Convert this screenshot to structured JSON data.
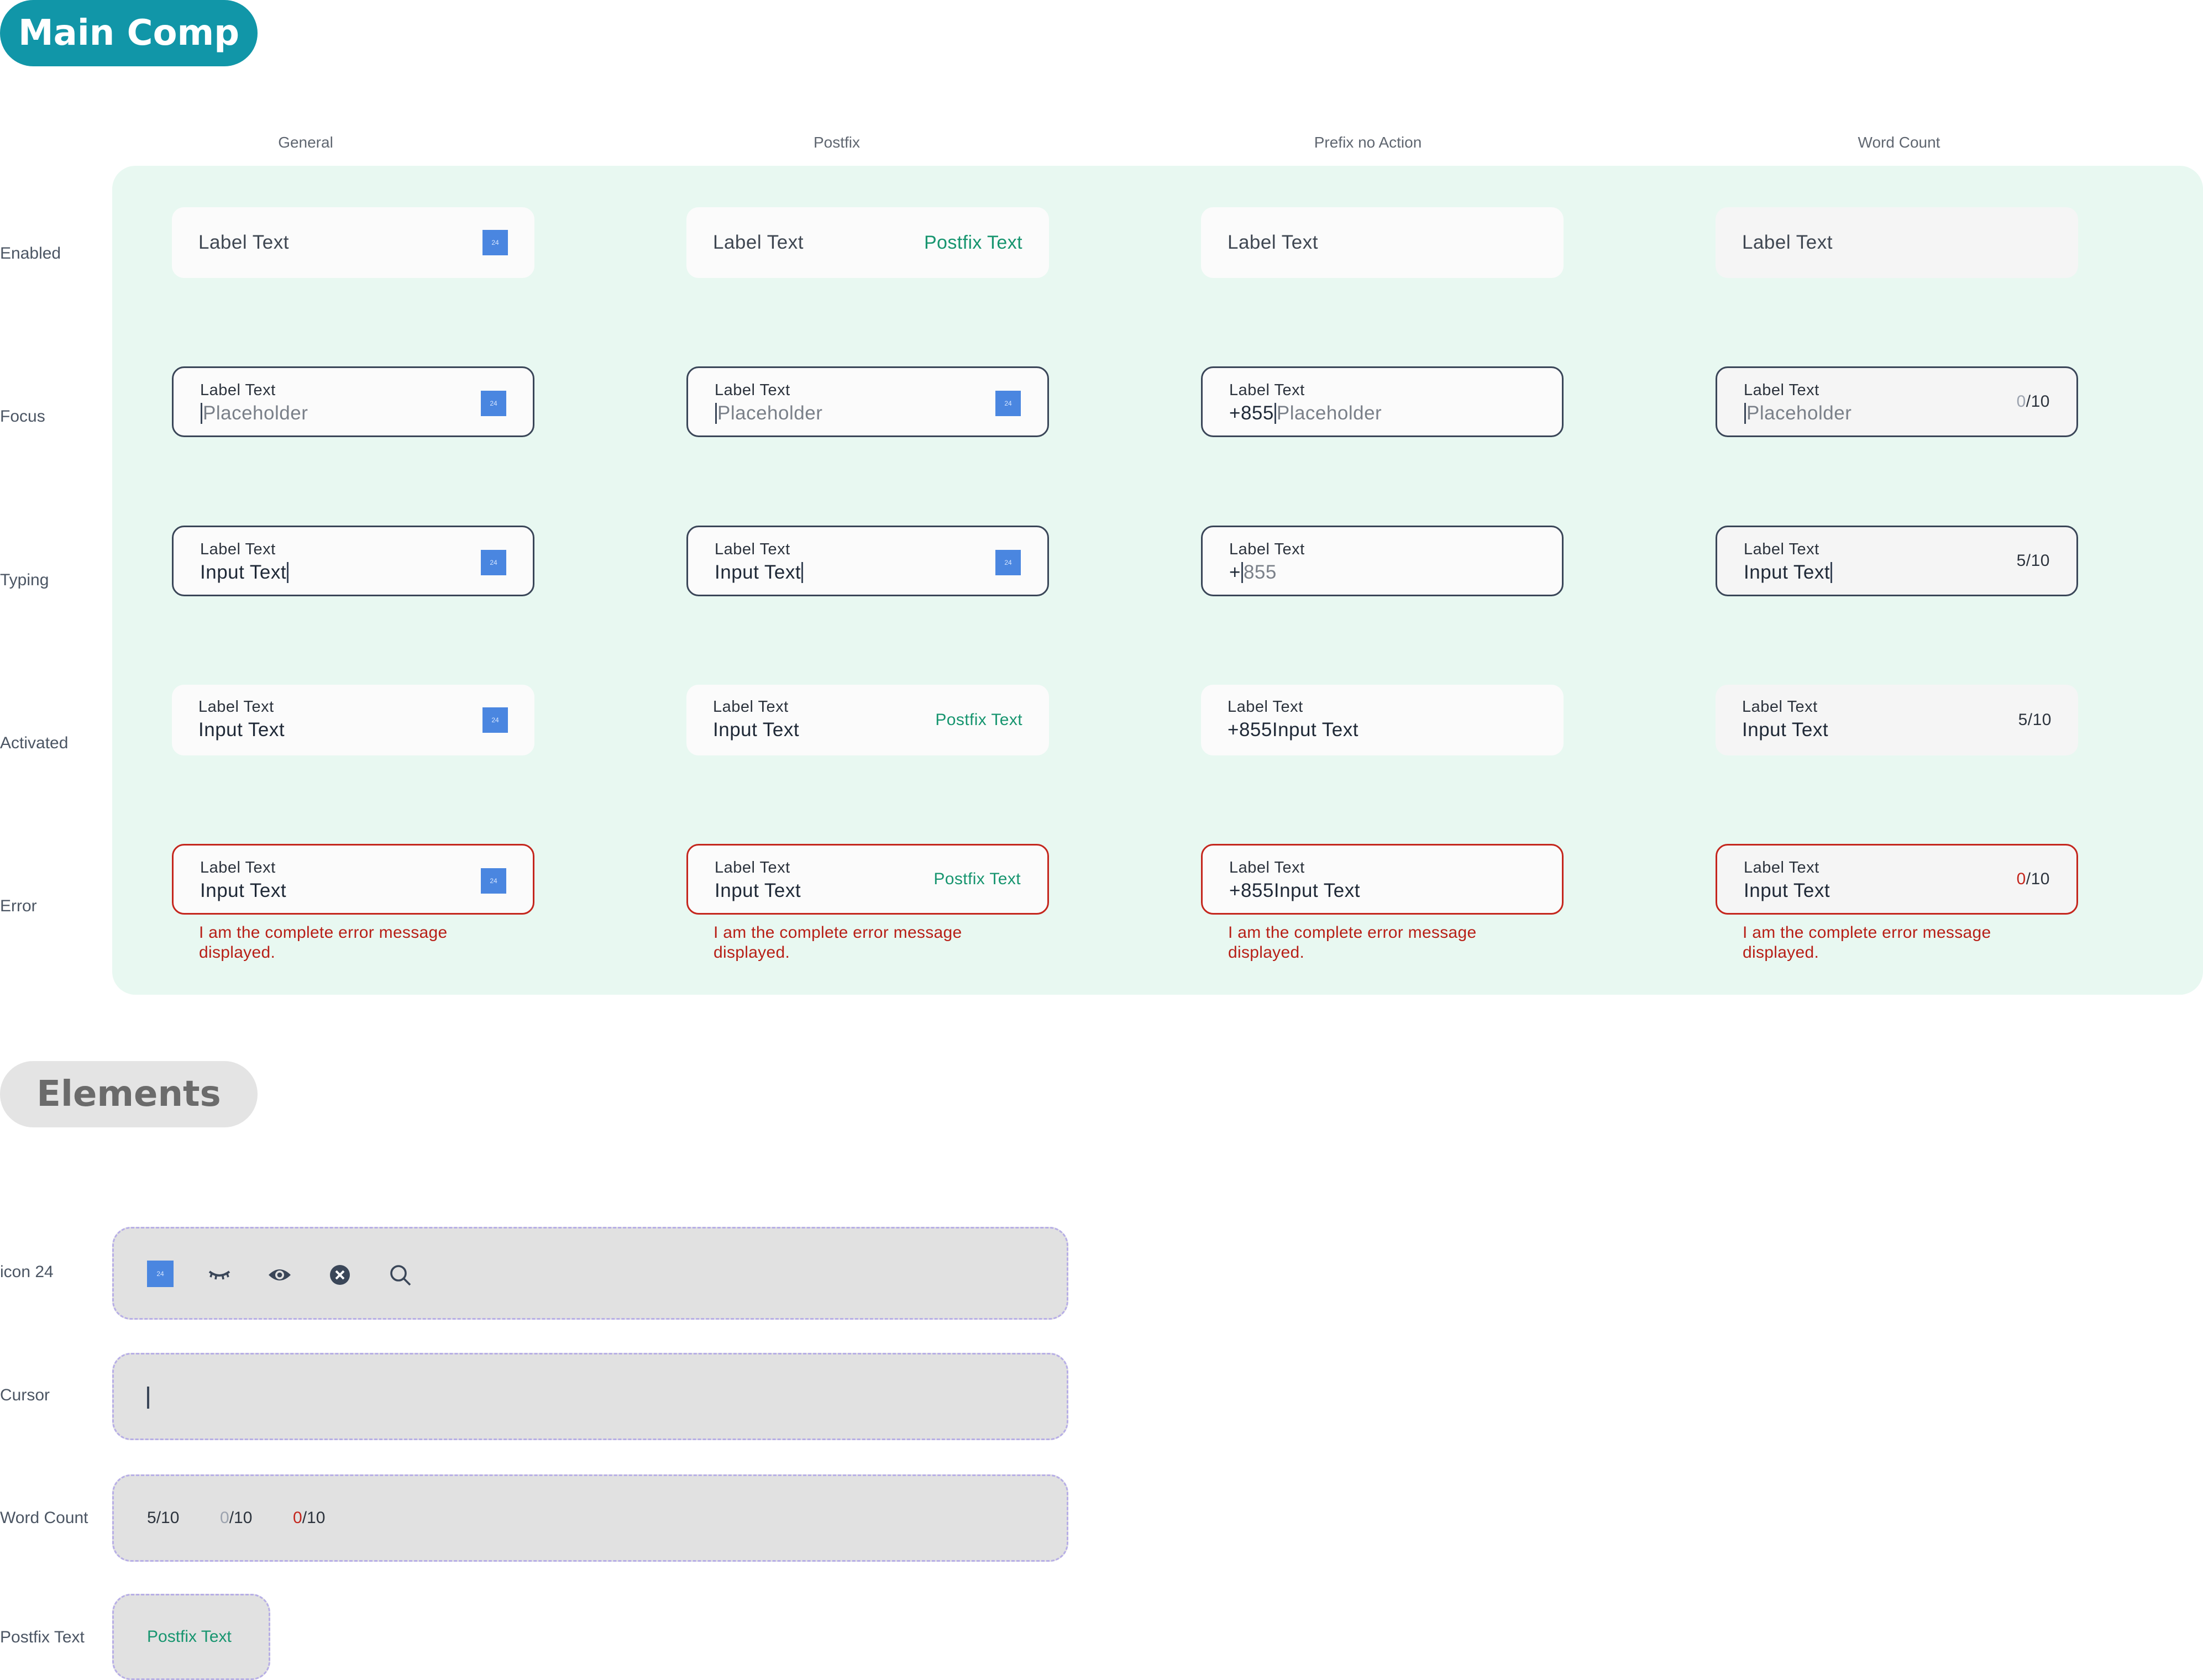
{
  "sections": {
    "main": "Main Comp",
    "elements": "Elements"
  },
  "columns": [
    "General",
    "Postfix",
    "Prefix no Action",
    "Word Count"
  ],
  "rows": [
    "Enabled",
    "Focus",
    "Typing",
    "Activated",
    "Error"
  ],
  "field": {
    "label": "Label Text",
    "placeholder": "Placeholder",
    "input": "Input Text",
    "prefix": "+855",
    "prefix_plus": "+",
    "prefix_digits": "855",
    "postfix": "Postfix Text",
    "icon_text": "24",
    "count_typed": "5",
    "count_zero": "0",
    "count_max": "/10",
    "error_message": "I am the complete error message displayed."
  },
  "elements": {
    "rows": [
      "icon 24",
      "Cursor",
      "Word Count",
      "Postfix Text"
    ],
    "icons": [
      "placeholder-24-icon",
      "eye-closed-icon",
      "eye-open-icon",
      "clear-icon",
      "search-icon"
    ]
  },
  "colors": {
    "brand_teal": "#1196a8",
    "panel_bg": "#e8f8f1",
    "postfix_green": "#17956f",
    "error_red": "#c4261d",
    "icon_blue": "#4a86e0",
    "focus_border": "#3a4658"
  }
}
